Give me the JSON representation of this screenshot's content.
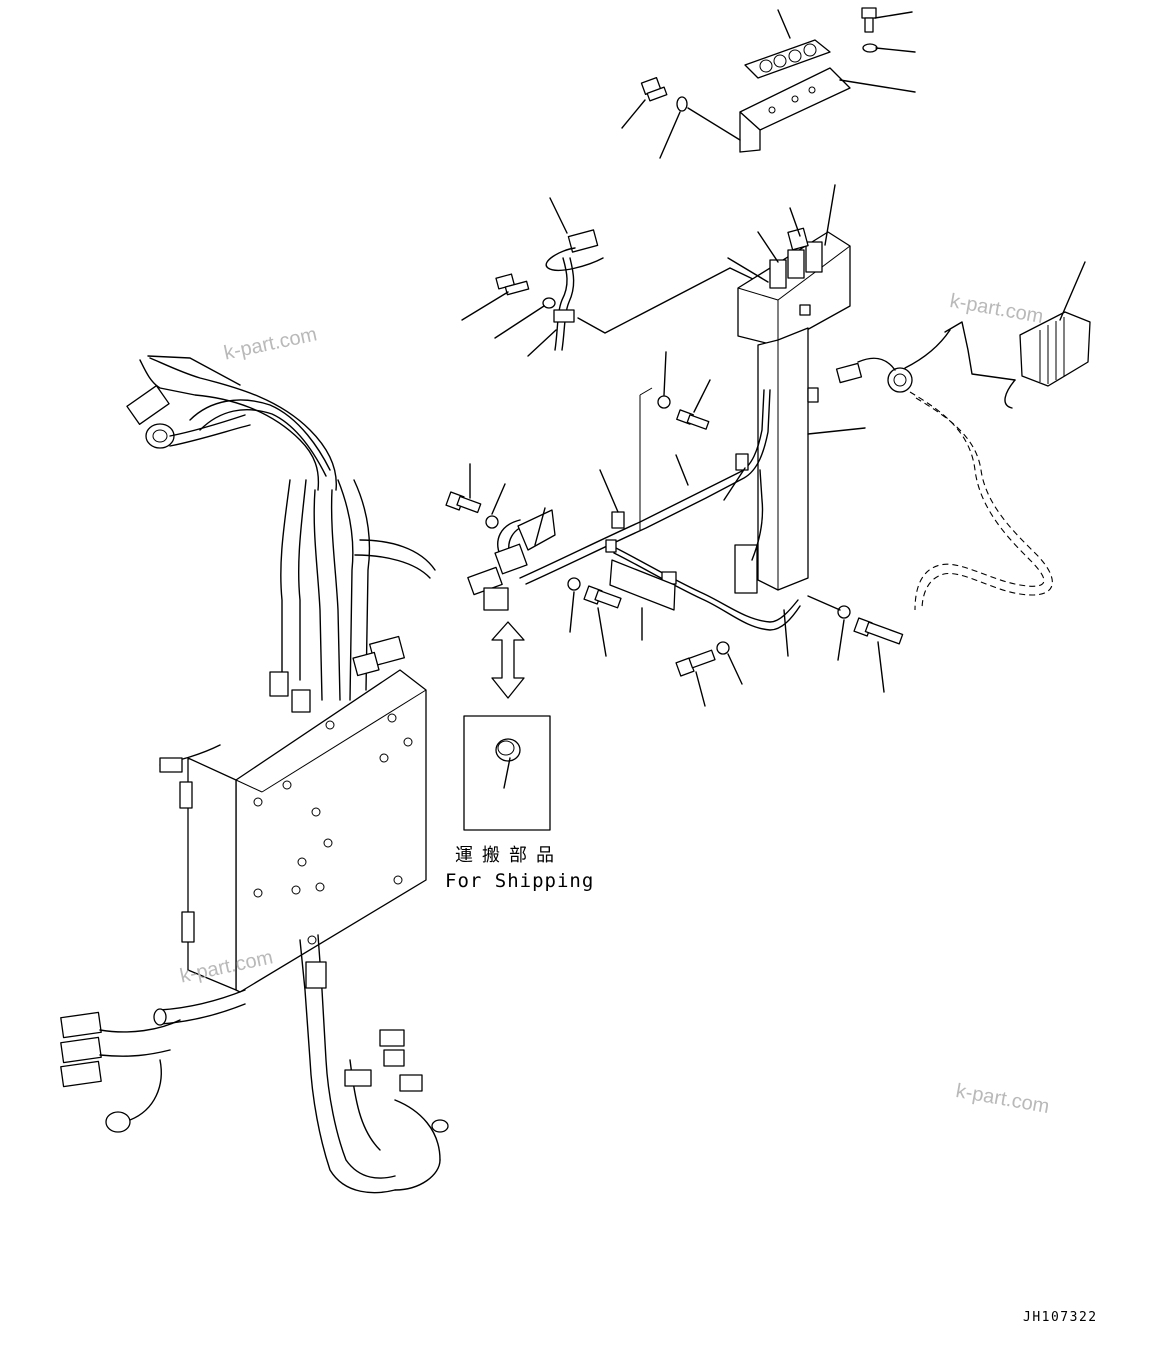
{
  "watermarks": [
    "k-part.com",
    "k-part.com",
    "k-part.com",
    "k-part.com"
  ],
  "shipping_label": {
    "japanese": "運搬部品",
    "english": "For Shipping"
  },
  "drawing_id": "JH107322"
}
